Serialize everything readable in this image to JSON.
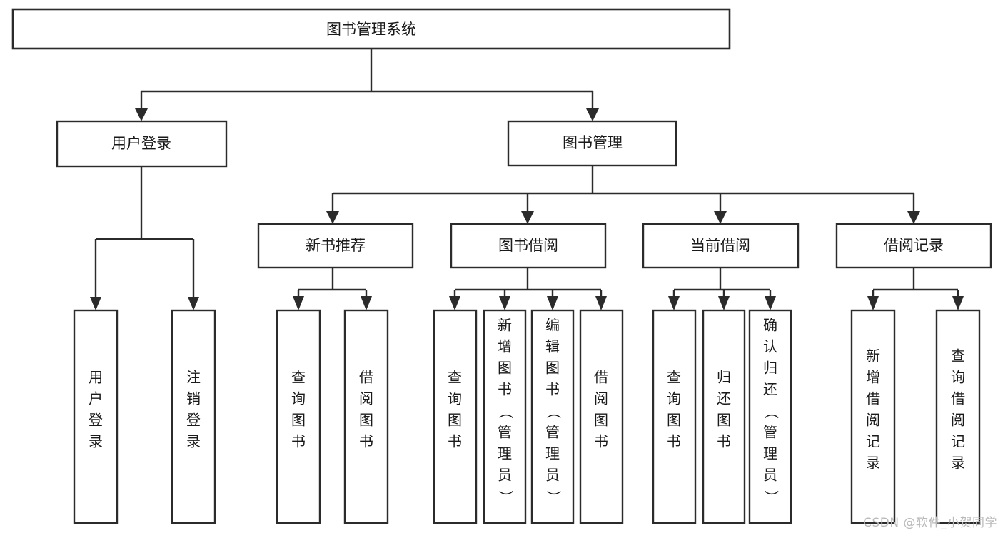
{
  "diagram": {
    "title": "图书管理系统",
    "type": "tree",
    "watermark": "CSDN @软件_小贺同学",
    "root": {
      "id": "root",
      "label": "图书管理系统"
    },
    "level1": [
      {
        "id": "user-login",
        "label": "用户登录"
      },
      {
        "id": "book-manage",
        "label": "图书管理"
      }
    ],
    "level2": [
      {
        "id": "new-book-recommend",
        "label": "新书推荐",
        "parent": "book-manage"
      },
      {
        "id": "book-borrow",
        "label": "图书借阅",
        "parent": "book-manage"
      },
      {
        "id": "current-borrow",
        "label": "当前借阅",
        "parent": "book-manage"
      },
      {
        "id": "borrow-record",
        "label": "借阅记录",
        "parent": "book-manage"
      }
    ],
    "leaves": [
      {
        "id": "leaf-user-login",
        "label": "用户登录",
        "parent": "user-login"
      },
      {
        "id": "leaf-logout-login",
        "label": "注销登录",
        "parent": "user-login"
      },
      {
        "id": "leaf-query-book-1",
        "label": "查询图书",
        "parent": "new-book-recommend"
      },
      {
        "id": "leaf-borrow-book-1",
        "label": "借阅图书",
        "parent": "new-book-recommend"
      },
      {
        "id": "leaf-query-book-2",
        "label": "查询图书",
        "parent": "book-borrow"
      },
      {
        "id": "leaf-add-book",
        "label": "新增图书（管理员）",
        "parent": "book-borrow"
      },
      {
        "id": "leaf-edit-book",
        "label": "编辑图书（管理员）",
        "parent": "book-borrow"
      },
      {
        "id": "leaf-borrow-book-2",
        "label": "借阅图书",
        "parent": "book-borrow"
      },
      {
        "id": "leaf-query-book-3",
        "label": "查询图书",
        "parent": "current-borrow"
      },
      {
        "id": "leaf-return-book",
        "label": "归还图书",
        "parent": "current-borrow"
      },
      {
        "id": "leaf-confirm-return",
        "label": "确认归还（管理员）",
        "parent": "current-borrow"
      },
      {
        "id": "leaf-add-record",
        "label": "新增借阅记录",
        "parent": "borrow-record"
      },
      {
        "id": "leaf-query-record",
        "label": "查询借阅记录",
        "parent": "borrow-record"
      }
    ],
    "colors": {
      "stroke": "#2b2b2b",
      "fill": "#ffffff",
      "text": "#1a1a1a",
      "watermark": "#b9b9b9",
      "background": "#ffffff"
    }
  }
}
